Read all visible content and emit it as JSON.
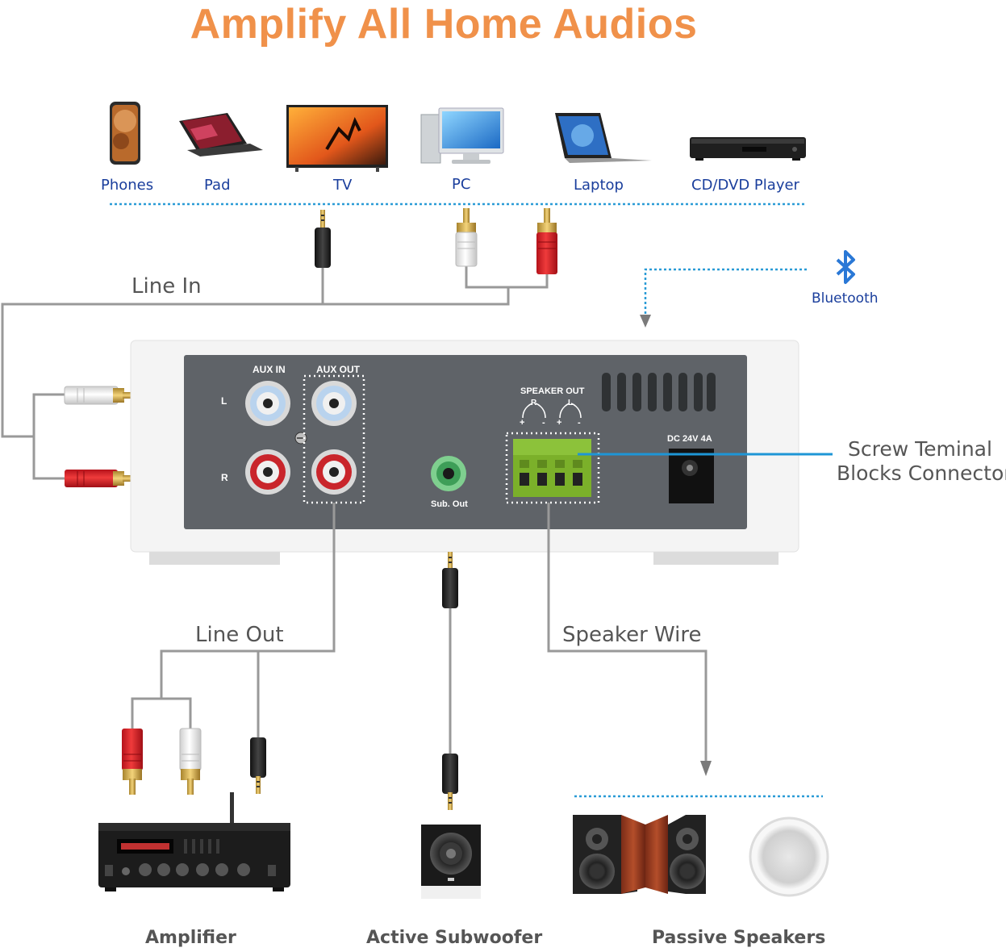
{
  "title": "Amplify All Home Audios",
  "sources": [
    {
      "label": "Phones",
      "icon": "phone-icon"
    },
    {
      "label": "Pad",
      "icon": "tablet-icon"
    },
    {
      "label": "TV",
      "icon": "tv-icon"
    },
    {
      "label": "PC",
      "icon": "desktop-pc-icon"
    },
    {
      "label": "Laptop",
      "icon": "laptop-icon"
    },
    {
      "label": "CD/DVD Player",
      "icon": "dvd-player-icon"
    }
  ],
  "bluetooth": {
    "label": "Bluetooth",
    "icon": "bluetooth-icon"
  },
  "connections": {
    "line_in": "Line In",
    "line_out": "Line Out",
    "speaker_wire": "Speaker Wire"
  },
  "panel": {
    "aux_in": "AUX IN",
    "aux_out": "AUX OUT",
    "left": "L",
    "right": "R",
    "sub_out": "Sub. Out",
    "speaker_out": "SPEAKER OUT",
    "speaker_r": "R",
    "speaker_l": "L",
    "plus": "+",
    "minus": "-",
    "dc": "DC 24V 4A"
  },
  "callout": {
    "line1": "Screw Teminal",
    "line2": "Blocks Connector"
  },
  "outputs": [
    {
      "label": "Amplifier",
      "icon": "amplifier-icon"
    },
    {
      "label": "Active Subwoofer",
      "icon": "subwoofer-icon"
    },
    {
      "label": "Passive Speakers",
      "icon": "speakers-icon"
    }
  ],
  "colors": {
    "title": "#f0914a",
    "device_label": "#1a3e9c",
    "dotted_line": "#2a9bd6",
    "panel": "#5f6368",
    "terminal_block": "#7bb02a",
    "callout_line": "#1e96d6"
  }
}
